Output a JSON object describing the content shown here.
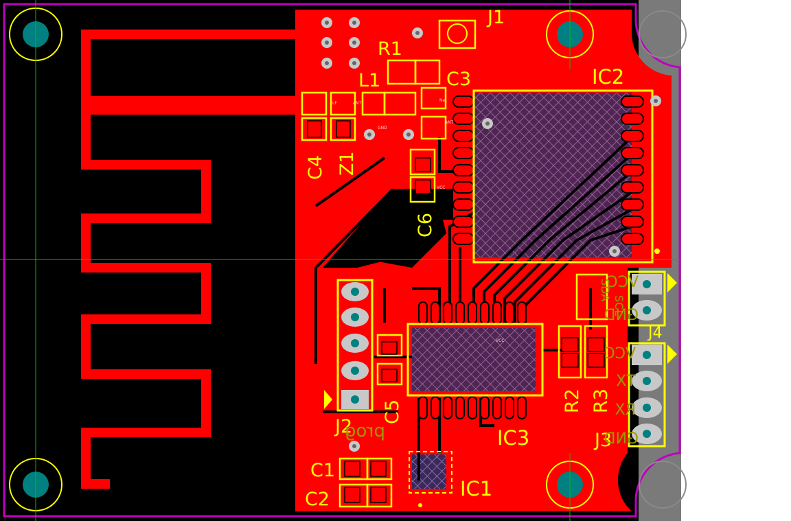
{
  "colors": {
    "board": "#000000",
    "copper": "#ff0000",
    "silkscreen": "#ffff00",
    "outline": "#c000c0",
    "hole": "#008080",
    "keepout": "#7a7a7a"
  },
  "designators": {
    "J1": "J1",
    "R1": "R1",
    "L1": "L1",
    "C3": "C3",
    "IC2": "IC2",
    "C4": "C4",
    "Z1": "Z1",
    "C6": "C6",
    "J4": "J4",
    "J2": "J2",
    "C5": "C5",
    "R2": "R2",
    "R3": "R3",
    "IC3": "IC3",
    "J3": "J3",
    "C1": "C1",
    "C2": "C2",
    "IC1": "IC1"
  },
  "pin_labels": {
    "prog": "prog",
    "sda": "SDA",
    "scl": "SCL",
    "vcc_top": "VCC",
    "gnd_top": "GND",
    "vcc_j3": "VCC",
    "tx": "TX",
    "rx": "RX",
    "gnd_j3": "GND"
  },
  "net_labels": {
    "lf": "LF",
    "ant": "ANT",
    "ne": "Ne",
    "gnd": "GND",
    "ant2": "ANT",
    "vcc": "VCC",
    "vcc2": "VCC"
  }
}
